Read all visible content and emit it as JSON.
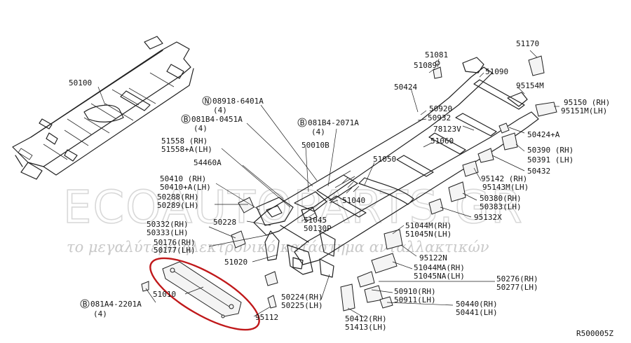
{
  "diagram": {
    "reference_code": "R500005Z",
    "watermark": {
      "main": "ECOAUTOPARTS.GR",
      "sub": "το μεγαλύτερο ηλεκτρονικό κατάστημα ανταλλακτικών"
    },
    "circle_markers": {
      "bolt": "B",
      "nut": "N"
    },
    "callouts": [
      {
        "id": "c01",
        "text": "50100"
      },
      {
        "id": "c02",
        "text": "08918-6401A",
        "marker": "N"
      },
      {
        "id": "c03",
        "text": "(4)"
      },
      {
        "id": "c04",
        "text": "081B4-0451A",
        "marker": "B"
      },
      {
        "id": "c05",
        "text": "(4)"
      },
      {
        "id": "c06",
        "text": "081B4-2071A",
        "marker": "B"
      },
      {
        "id": "c07",
        "text": "(4)"
      },
      {
        "id": "c08",
        "text": "51558   (RH)"
      },
      {
        "id": "c09",
        "text": "51558+A(LH)"
      },
      {
        "id": "c10",
        "text": "50010B"
      },
      {
        "id": "c11",
        "text": "54460A"
      },
      {
        "id": "c12",
        "text": "51050"
      },
      {
        "id": "c13",
        "text": "50410  (RH)"
      },
      {
        "id": "c14",
        "text": "50410+A(LH)"
      },
      {
        "id": "c15",
        "text": "50288(RH)"
      },
      {
        "id": "c16",
        "text": "50289(LH)"
      },
      {
        "id": "c17",
        "text": "51040"
      },
      {
        "id": "c18",
        "text": "50228"
      },
      {
        "id": "c19",
        "text": "51045"
      },
      {
        "id": "c20",
        "text": "50130P"
      },
      {
        "id": "c21",
        "text": "50332(RH)"
      },
      {
        "id": "c22",
        "text": "50333(LH)"
      },
      {
        "id": "c23",
        "text": "50176(RH)"
      },
      {
        "id": "c24",
        "text": "50177(LH)"
      },
      {
        "id": "c25",
        "text": "51020"
      },
      {
        "id": "c26",
        "text": "51010"
      },
      {
        "id": "c27",
        "text": "081A4-2201A",
        "marker": "B"
      },
      {
        "id": "c28",
        "text": "(4)"
      },
      {
        "id": "c29",
        "text": "50224(RH)"
      },
      {
        "id": "c30",
        "text": "50225(LH)"
      },
      {
        "id": "c31",
        "text": "95112"
      },
      {
        "id": "c32",
        "text": "50412(RH)"
      },
      {
        "id": "c33",
        "text": "51413(LH)"
      },
      {
        "id": "c34",
        "text": "51081"
      },
      {
        "id": "c35",
        "text": "51089"
      },
      {
        "id": "c36",
        "text": "51170"
      },
      {
        "id": "c37",
        "text": "51090"
      },
      {
        "id": "c38",
        "text": "50424"
      },
      {
        "id": "c39",
        "text": "95154M"
      },
      {
        "id": "c40",
        "text": "95150 (RH)"
      },
      {
        "id": "c41",
        "text": "95151M(LH)"
      },
      {
        "id": "c42",
        "text": "50920"
      },
      {
        "id": "c43",
        "text": "50932"
      },
      {
        "id": "c44",
        "text": "78123V"
      },
      {
        "id": "c45",
        "text": "50424+A"
      },
      {
        "id": "c46",
        "text": "51060"
      },
      {
        "id": "c47",
        "text": "50390 (RH)"
      },
      {
        "id": "c48",
        "text": "50391 (LH)"
      },
      {
        "id": "c49",
        "text": "50432"
      },
      {
        "id": "c50",
        "text": "95142 (RH)"
      },
      {
        "id": "c51",
        "text": "95143M(LH)"
      },
      {
        "id": "c52",
        "text": "50380(RH)"
      },
      {
        "id": "c53",
        "text": "50383(LH)"
      },
      {
        "id": "c54",
        "text": "95132X"
      },
      {
        "id": "c55",
        "text": "51044M(RH)"
      },
      {
        "id": "c56",
        "text": "51045N(LH)"
      },
      {
        "id": "c57",
        "text": "95122N"
      },
      {
        "id": "c58",
        "text": "51044MA(RH)"
      },
      {
        "id": "c59",
        "text": "51045NA(LH)"
      },
      {
        "id": "c60",
        "text": "50276(RH)"
      },
      {
        "id": "c61",
        "text": "50277(LH)"
      },
      {
        "id": "c62",
        "text": "50910(RH)"
      },
      {
        "id": "c63",
        "text": "50911(LH)"
      },
      {
        "id": "c64",
        "text": "50440(RH)"
      },
      {
        "id": "c65",
        "text": "50441(LH)"
      }
    ]
  }
}
